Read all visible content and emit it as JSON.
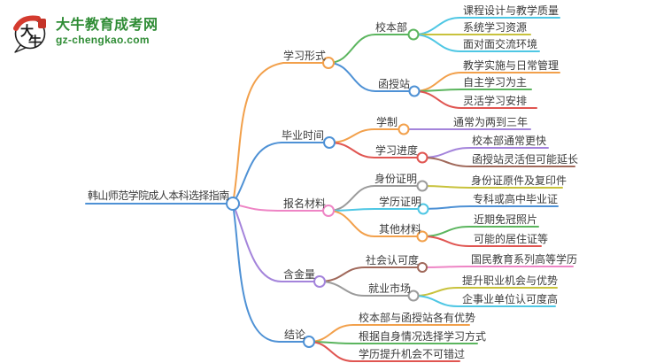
{
  "logo": {
    "title": "大牛教育成考网",
    "url": "gz-chengkao.com",
    "icon": "daniu-speech-bubble-logo",
    "icon_text": "大牛"
  },
  "palette": {
    "orange": "#F2A04B",
    "green": "#5BB55E",
    "blue": "#4E91D5",
    "cyan": "#4FC7E4",
    "yellow": "#C8C23C",
    "red": "#E05551",
    "pink": "#EE85C5",
    "purple": "#A484DB",
    "gray": "#9B9B9B",
    "brown": "#A0685A",
    "logo_green": "#2F8C35",
    "text": "#3b3b3b"
  },
  "mindmap": {
    "root": {
      "label": "韩山师范学院成人本科选择指南",
      "color": "#4E91D5"
    },
    "branches": [
      {
        "label": "学习形式",
        "color": "#F2A04B",
        "children": [
          {
            "label": "校本部",
            "color": "#5BB55E",
            "children": [
              {
                "label": "课程设计与教学质量",
                "color": "#4FC7E4"
              },
              {
                "label": "系统学习资源",
                "color": "#C8C23C"
              },
              {
                "label": "面对面交流环境",
                "color": "#4FC7E4"
              }
            ]
          },
          {
            "label": "函授站",
            "color": "#4E91D5",
            "children": [
              {
                "label": "教学实施与日常管理",
                "color": "#F2A04B"
              },
              {
                "label": "自主学习为主",
                "color": "#5BB55E"
              },
              {
                "label": "灵活学习安排",
                "color": "#E05551"
              }
            ]
          }
        ]
      },
      {
        "label": "毕业时间",
        "color": "#4E91D5",
        "children": [
          {
            "label": "学制",
            "color": "#F2A04B",
            "children": [
              {
                "label": "通常为两到三年",
                "color": "#A484DB"
              }
            ]
          },
          {
            "label": "学习进度",
            "color": "#E05551",
            "children": [
              {
                "label": "校本部通常更快",
                "color": "#A484DB"
              },
              {
                "label": "函授站灵活但可能延长",
                "color": "#A0685A"
              }
            ]
          }
        ]
      },
      {
        "label": "报名材料",
        "color": "#EE85C5",
        "children": [
          {
            "label": "身份证明",
            "color": "#9B9B9B",
            "children": [
              {
                "label": "身份证原件及复印件",
                "color": "#C8C23C"
              }
            ]
          },
          {
            "label": "学历证明",
            "color": "#4FC7E4",
            "children": [
              {
                "label": "专科或高中毕业证",
                "color": "#4E91D5"
              }
            ]
          },
          {
            "label": "其他材料",
            "color": "#F2A04B",
            "children": [
              {
                "label": "近期免冠照片",
                "color": "#5BB55E"
              },
              {
                "label": "可能的居住证等",
                "color": "#E05551"
              }
            ]
          }
        ]
      },
      {
        "label": "含金量",
        "color": "#A484DB",
        "children": [
          {
            "label": "社会认可度",
            "color": "#A0685A",
            "children": [
              {
                "label": "国民教育系列高等学历",
                "color": "#EE85C5"
              }
            ]
          },
          {
            "label": "就业市场",
            "color": "#9B9B9B",
            "children": [
              {
                "label": "提升职业机会与优势",
                "color": "#C8C23C"
              },
              {
                "label": "企事业单位认可度高",
                "color": "#4FC7E4"
              }
            ]
          }
        ]
      },
      {
        "label": "结论",
        "color": "#4E91D5",
        "children": [
          {
            "label": "校本部与函授站各有优势",
            "color": "#F2A04B"
          },
          {
            "label": "根据自身情况选择学习方式",
            "color": "#5BB55E"
          },
          {
            "label": "学历提升机会不可错过",
            "color": "#E05551"
          }
        ]
      }
    ]
  }
}
